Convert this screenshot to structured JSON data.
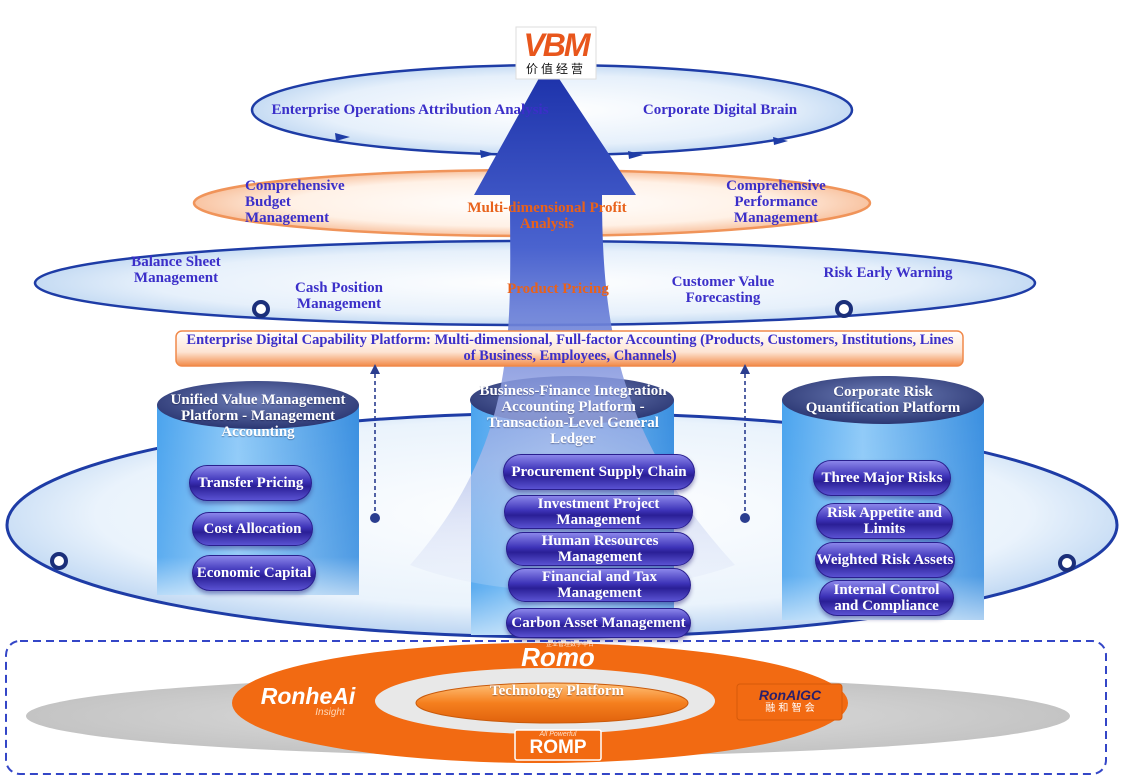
{
  "logo": {
    "brand": "VBM",
    "subtitle": "价值经营"
  },
  "tier1": {
    "left": "Enterprise Operations Attribution Analysis",
    "right": "Corporate Digital Brain"
  },
  "tier2": {
    "left": "Comprehensive Budget Management",
    "center": "Multi-dimensional Profit Analysis",
    "right": "Comprehensive Performance Management"
  },
  "tier3": {
    "items": [
      "Balance Sheet Management",
      "Cash Position Management",
      "Product Pricing",
      "Customer Value Forecasting",
      "Risk Early Warning"
    ]
  },
  "capability_bar": "Enterprise Digital Capability Platform: Multi-dimensional, Full-factor Accounting (Products, Customers, Institutions, Lines of Business, Employees, Channels)",
  "pillars": {
    "left": {
      "title": "Unified Value Management Platform - Management Accounting",
      "items": [
        "Transfer Pricing",
        "Cost Allocation",
        "Economic Capital"
      ]
    },
    "center": {
      "title": "Business-Finance Integration Accounting Platform - Transaction-Level General Ledger",
      "items": [
        "Procurement Supply Chain",
        "Investment Project Management",
        "Human Resources Management",
        "Financial and Tax Management",
        "Carbon Asset Management"
      ]
    },
    "right": {
      "title": "Corporate Risk Quantification Platform",
      "items": [
        "Three Major Risks",
        "Risk Appetite and Limits",
        "Weighted Risk Assets",
        "Internal Control and Compliance"
      ]
    }
  },
  "foundation": {
    "romo": "Romo",
    "romo_sub": "企业管理数字中台",
    "ronheai": "RonheAi",
    "ronheai_sub": "Insight",
    "center": "Technology Platform",
    "ronaigc": "RonAIGC",
    "ronaigc_sub": "融 和 智 会",
    "romp": "ROMP",
    "romp_sub": "All Powerful"
  },
  "colors": {
    "blue_text": "#3b2fc9",
    "orange": "#f26a1b",
    "navy": "#1f2a6b",
    "pill": "#3d33b8"
  }
}
